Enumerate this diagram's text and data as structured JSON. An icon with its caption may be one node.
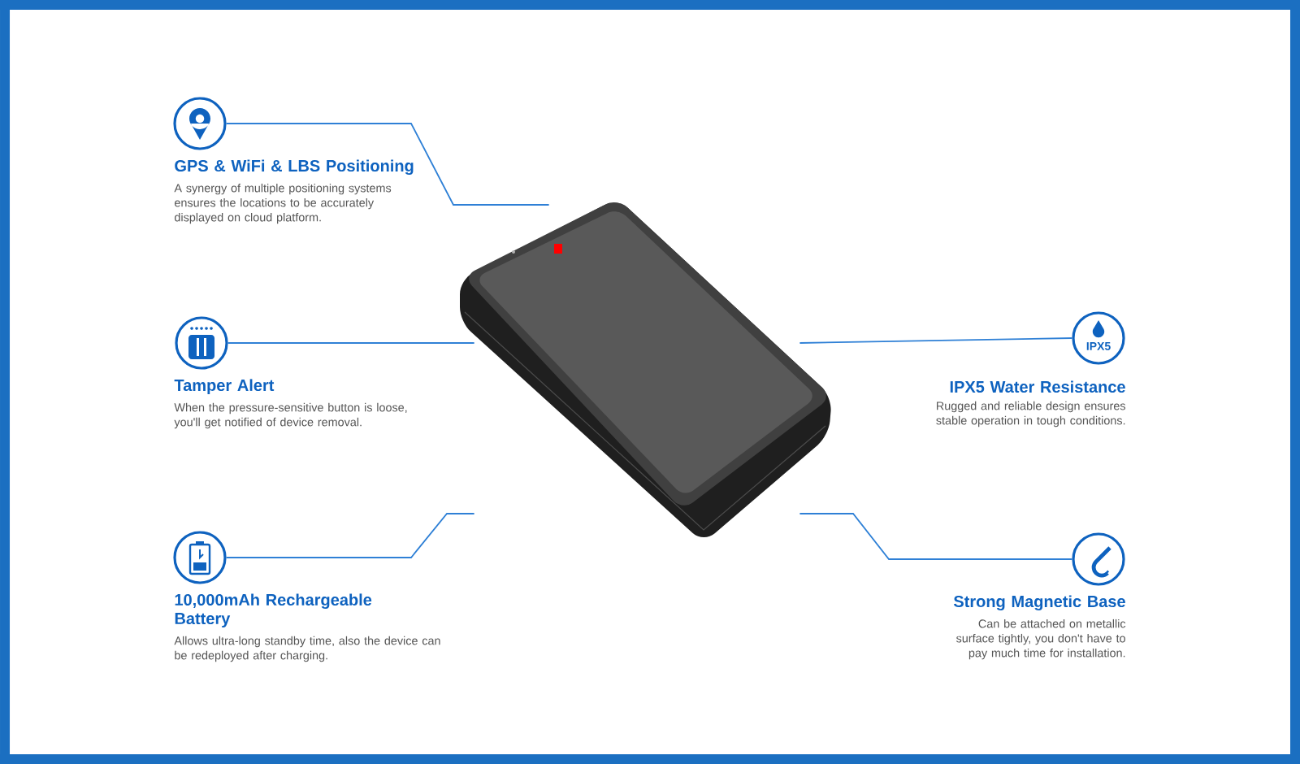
{
  "diagram": {
    "nodes": [
      {
        "text": [],
        "shape": "picture"
      },
      {
        "text": [
          "GPS & WiFi & LBS Positioning",
          "A synergy of multiple positioning systems ensures the locations to be accurately displayed on cloud platform."
        ]
      },
      {
        "text": [
          "Tamper Alert",
          "When the pressure-sensitive button is loose, you'll get notified of device removal."
        ]
      },
      {
        "text": [
          "10,000mAh Rechargeable Battery",
          "Allows ultra-long standby time, also the device can be redeployed after charging."
        ]
      },
      {
        "text": [
          "IPX5 Water Resistance",
          "Rugged and reliable design ensures stable operation in tough conditions."
        ]
      },
      {
        "text": [
          "Strong Magnetic Base",
          "Can be attached on metallic surface tightly, you don't have to pay much time for installation."
        ]
      }
    ],
    "edges": [
      {
        "from": 1,
        "to": 0,
        "arrow": "none"
      },
      {
        "from": 2,
        "to": 0,
        "arrow": "none"
      },
      {
        "from": 3,
        "to": 0,
        "arrow": "none"
      },
      {
        "from": 4,
        "to": 0,
        "arrow": "none"
      },
      {
        "from": 5,
        "to": 0,
        "arrow": "none"
      }
    ],
    "labels": [
      "IPX5"
    ]
  }
}
